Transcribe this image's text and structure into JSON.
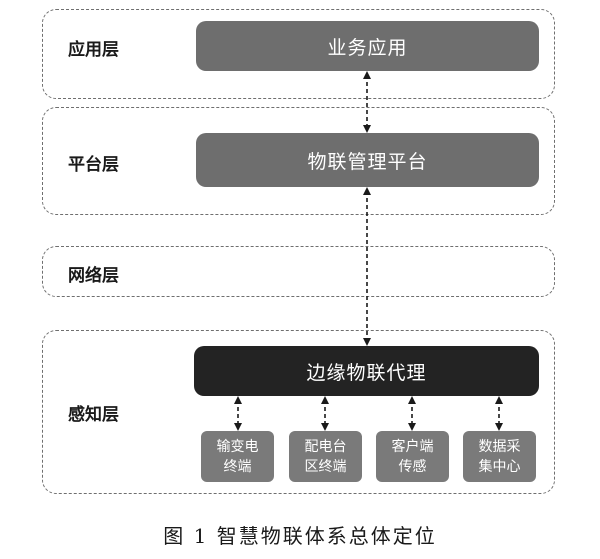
{
  "layers": {
    "application": {
      "label": "应用层",
      "block": "业务应用"
    },
    "platform": {
      "label": "平台层",
      "block": "物联管理平台"
    },
    "network": {
      "label": "网络层"
    },
    "perception": {
      "label": "感知层",
      "block": "边缘物联代理",
      "devices": [
        "输变电终端",
        "配电台区终端",
        "客户端传感",
        "数据采集中心"
      ]
    }
  },
  "caption": "图 1  智慧物联体系总体定位",
  "colors": {
    "mid_block": "#6e6e6e",
    "dark_block": "#232323",
    "device": "#7a7a7a",
    "border": "#6f6f6f"
  }
}
